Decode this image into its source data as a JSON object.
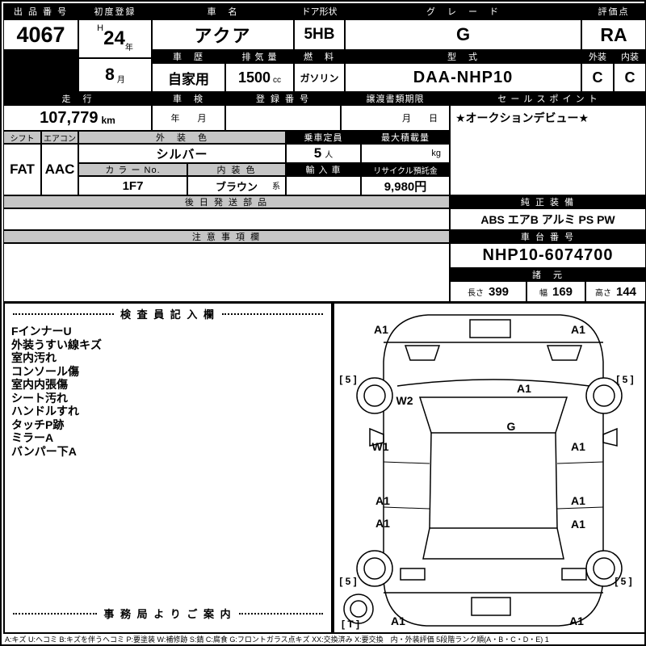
{
  "top": {
    "auction_no_label": "出 品 番 号",
    "auction_no": "4067",
    "first_reg_label": "初度登録",
    "era": "H",
    "year": "24",
    "year_suffix": "年",
    "month": "8",
    "month_suffix": "月",
    "car_name_label": "車　名",
    "car_name": "アクア",
    "door_label": "ドア形状",
    "door": "5HB",
    "grade_label": "グ　レ　ー　ド",
    "grade": "G",
    "score_label": "評価点",
    "score": "RA",
    "history_label": "車　歴",
    "history": "自家用",
    "disp_label": "排 気 量",
    "disp": "1500",
    "disp_unit": "cc",
    "fuel_label": "燃　料",
    "fuel": "ガソリン",
    "model_label": "型　式",
    "model": "DAA-NHP10",
    "ext_label": "外装",
    "int_label": "内装",
    "ext_score": "C",
    "int_score": "C"
  },
  "mid": {
    "mileage_label": "走　行",
    "mileage": "107,779",
    "mileage_unit": "km",
    "shaken_label": "車　検",
    "shaken_value": "年　　月",
    "reg_label": "登 録 番 号",
    "transfer_label": "譲渡書類期限",
    "transfer_value": "月　　日",
    "sales_label": "セ ー ル ス ポ イ ン ト",
    "sales_point": "★オークションデビュー★"
  },
  "spec": {
    "shift_label": "シフト",
    "shift": "FAT",
    "aircon_label": "エアコン",
    "aircon": "AAC",
    "ext_color_label": "外　装　色",
    "ext_color": "シルバー",
    "capacity_label": "乗車定員",
    "capacity": "5",
    "capacity_unit": "人",
    "maxload_label": "最大積載量",
    "maxload_unit": "kg",
    "colorno_label": "カ ラ ー No.",
    "colorno": "1F7",
    "intcolor_label": "内 装 色",
    "intcolor": "ブラウン",
    "intcolor_suffix": "系",
    "import_label": "輸 入 車",
    "recycle_label": "リサイクル預託金",
    "recycle": "9,980円",
    "later_label": "後 日 発 送 部 品",
    "equip_label": "純 正 装 備",
    "equipment": "ABS エアB アルミ PS PW"
  },
  "notes": {
    "caution_label": "注 意 事 項 欄",
    "chassis_label": "車 台 番 号",
    "chassis": "NHP10-6074700",
    "dims_label": "諸　元",
    "length_label": "長さ",
    "length": "399",
    "width_label": "幅",
    "width": "169",
    "height_label": "高さ",
    "height": "144"
  },
  "inspection": {
    "title": "検 査 員 記 入 欄",
    "items": [
      "FインナーU",
      "外装うすい線キズ",
      "室内汚れ",
      "コンソール傷",
      "室内内張傷",
      "シート汚れ",
      "ハンドルすれ",
      "タッチP跡",
      "ミラーA",
      "バンパー下A"
    ],
    "office_label": "事 務 局 よ り ご 案 内"
  },
  "diagram": {
    "labels": [
      "A1",
      "A1",
      "[ 5 ]",
      "[ 5 ]",
      "W2",
      "A1",
      "G",
      "W1",
      "A1",
      "A1",
      "A1",
      "A1",
      "A1",
      "[ 5 ]",
      "[ 5 ]",
      "A1",
      "A1",
      "[ T ]"
    ]
  },
  "footer": {
    "legend": "A:キズ U:ヘコミ B:キズを伴うヘコミ P:要塗装 W:補修跡 S:錆 C:腐食 G:フロントガラス点キズ XX:交換済み X:要交換　内・外装評価 5段階ランク順(A・B・C・D・E) 1"
  }
}
